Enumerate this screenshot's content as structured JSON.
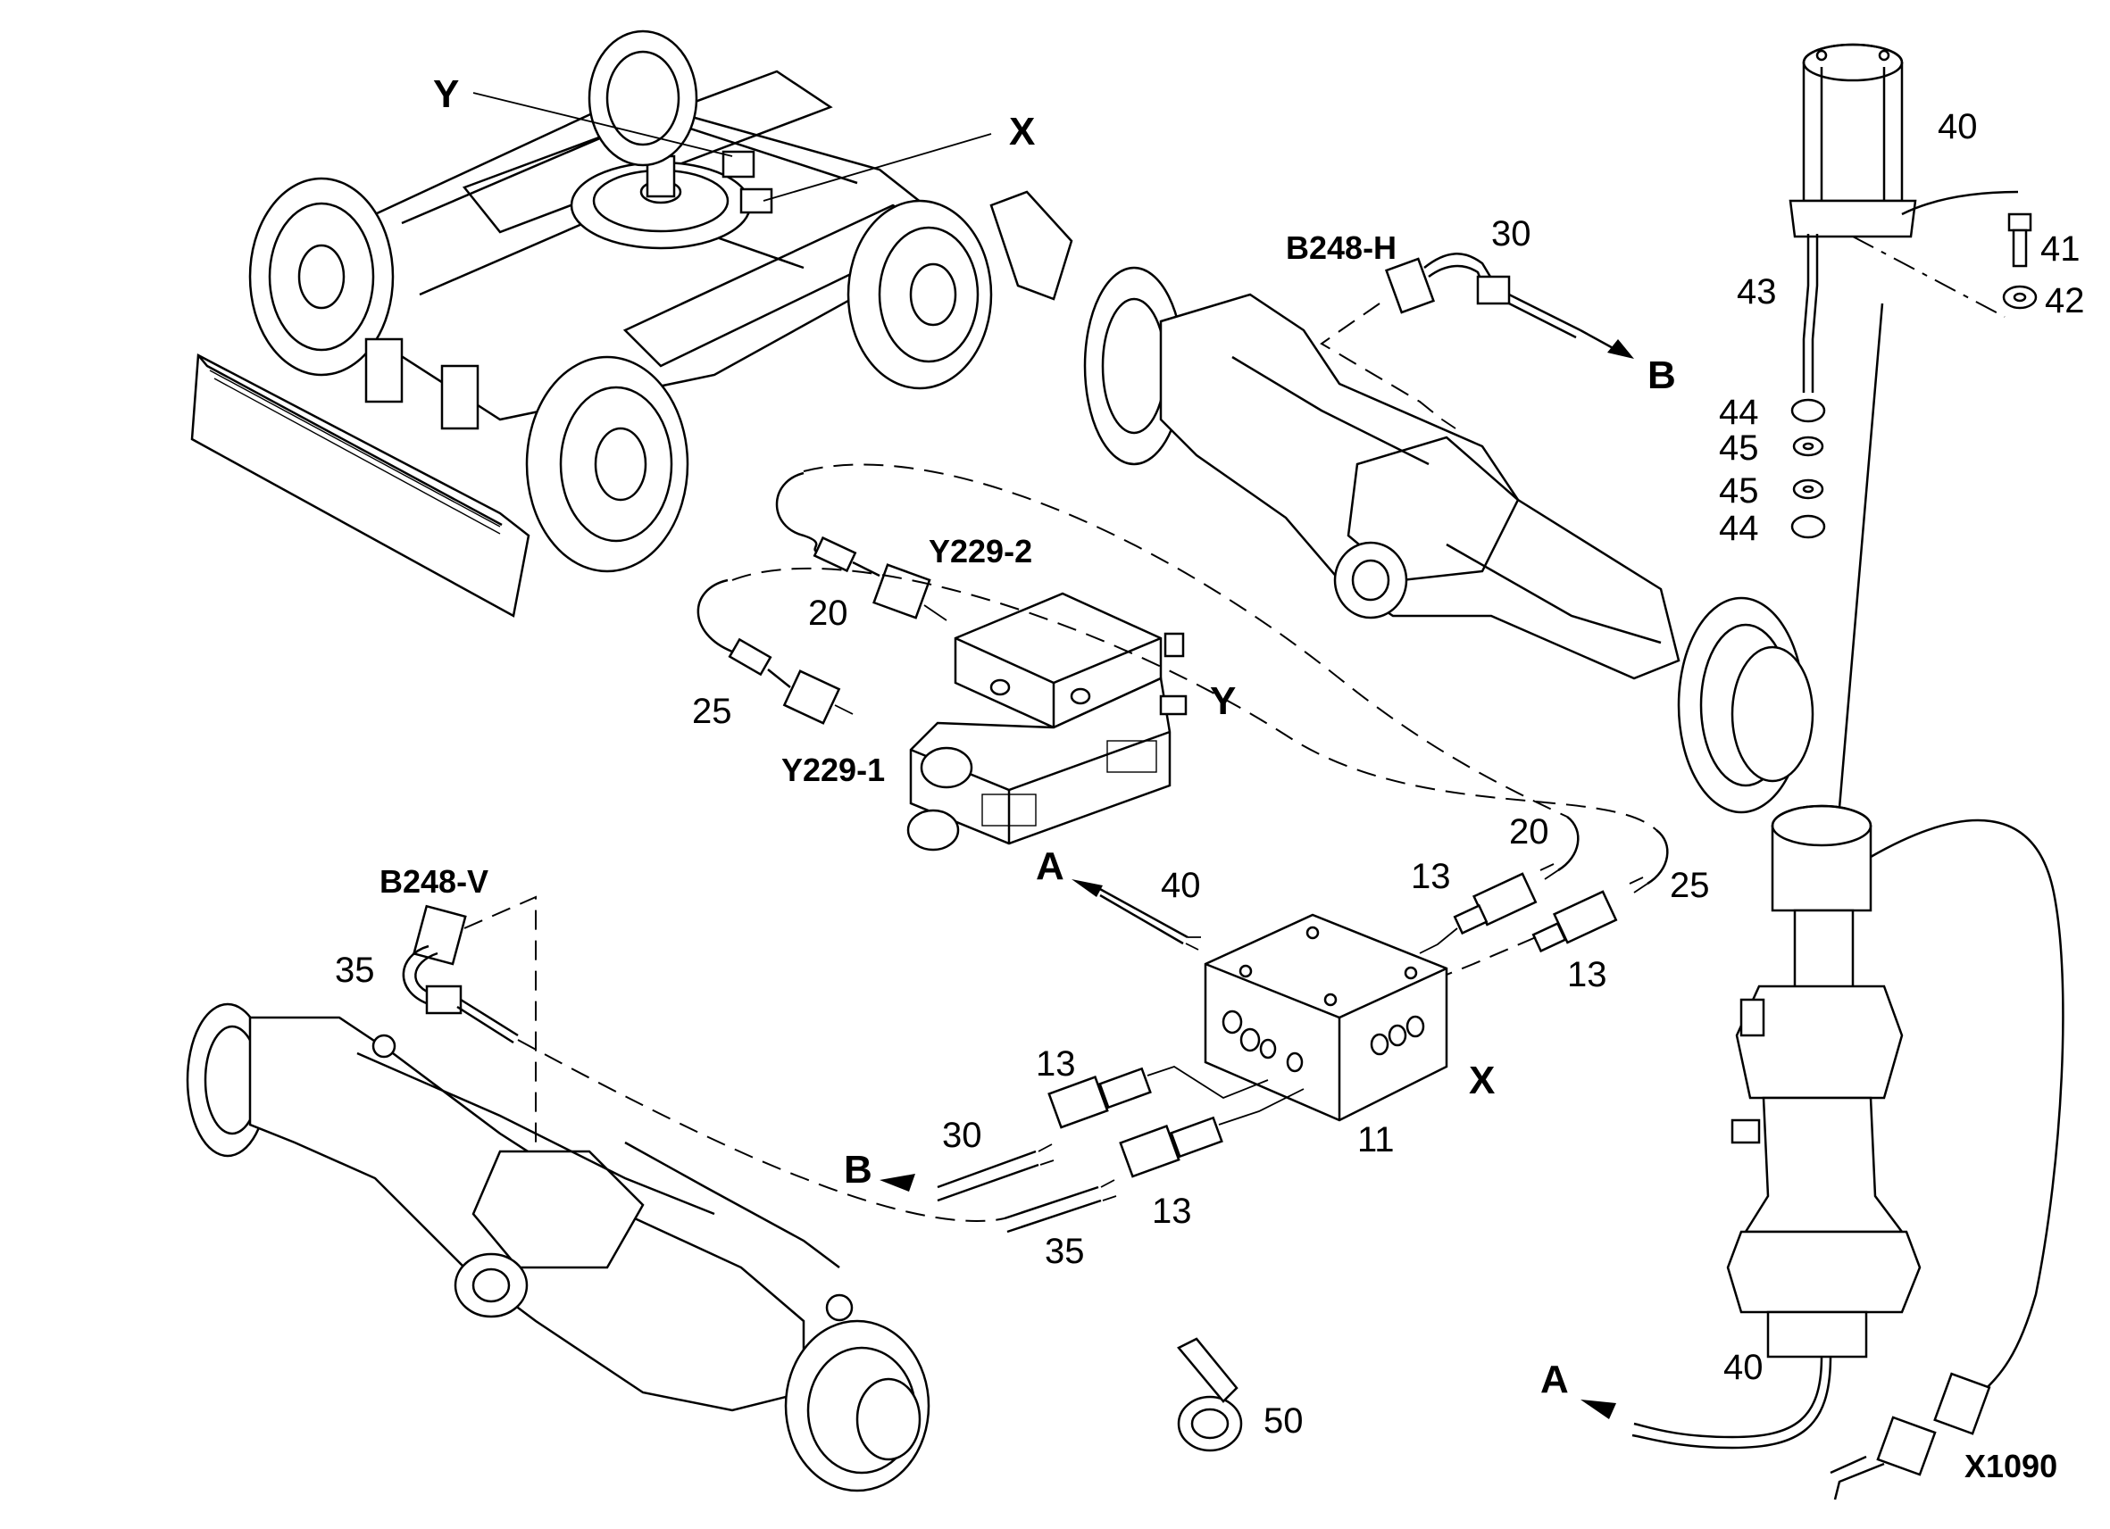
{
  "labels": {
    "Y_top": "Y",
    "X_top": "X",
    "Y_valve": "Y",
    "X_block": "X",
    "part_40_motor": "40",
    "part_41": "41",
    "part_42": "42",
    "part_43": "43",
    "part_44_a": "44",
    "part_45_a": "45",
    "part_45_b": "45",
    "part_44_b": "44",
    "B248_H": "B248-H",
    "part_30_top": "30",
    "arrow_B_top": "B",
    "Y229_2": "Y229-2",
    "part_20_left": "20",
    "part_25_left": "25",
    "Y229_1": "Y229-1",
    "part_20_right": "20",
    "part_25_right": "25",
    "part_13_a": "13",
    "part_13_b": "13",
    "arrow_A_mid": "A",
    "part_40_cable": "40",
    "B248_V": "B248-V",
    "part_35_left": "35",
    "part_13_c": "13",
    "part_30_bottom": "30",
    "arrow_B_bottom": "B",
    "part_13_d": "13",
    "part_35_bottom": "35",
    "part_11": "11",
    "part_50": "50",
    "arrow_A_bottom": "A",
    "part_40_bottom": "40",
    "X1090": "X1090"
  }
}
